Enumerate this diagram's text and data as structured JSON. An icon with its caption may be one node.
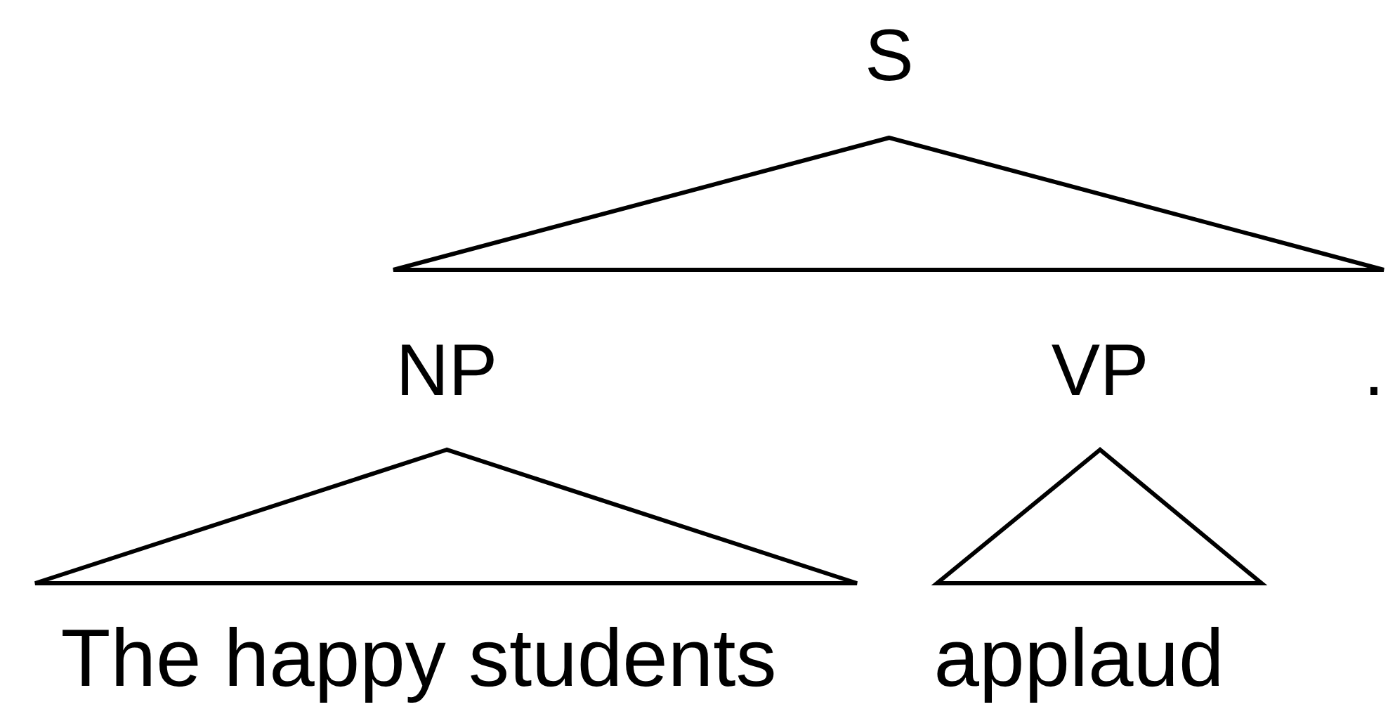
{
  "diagram": {
    "nodes": [
      {
        "text": [
          "S"
        ]
      },
      {
        "text": [],
        "shape": "triangle"
      },
      {
        "text": [
          "NP"
        ]
      },
      {
        "text": [
          "VP"
        ]
      },
      {
        "text": [
          "."
        ]
      },
      {
        "text": [],
        "shape": "triangle"
      },
      {
        "text": [],
        "shape": "triangle"
      },
      {
        "text": [
          "The happy students"
        ]
      },
      {
        "text": [
          "applaud"
        ]
      }
    ]
  }
}
